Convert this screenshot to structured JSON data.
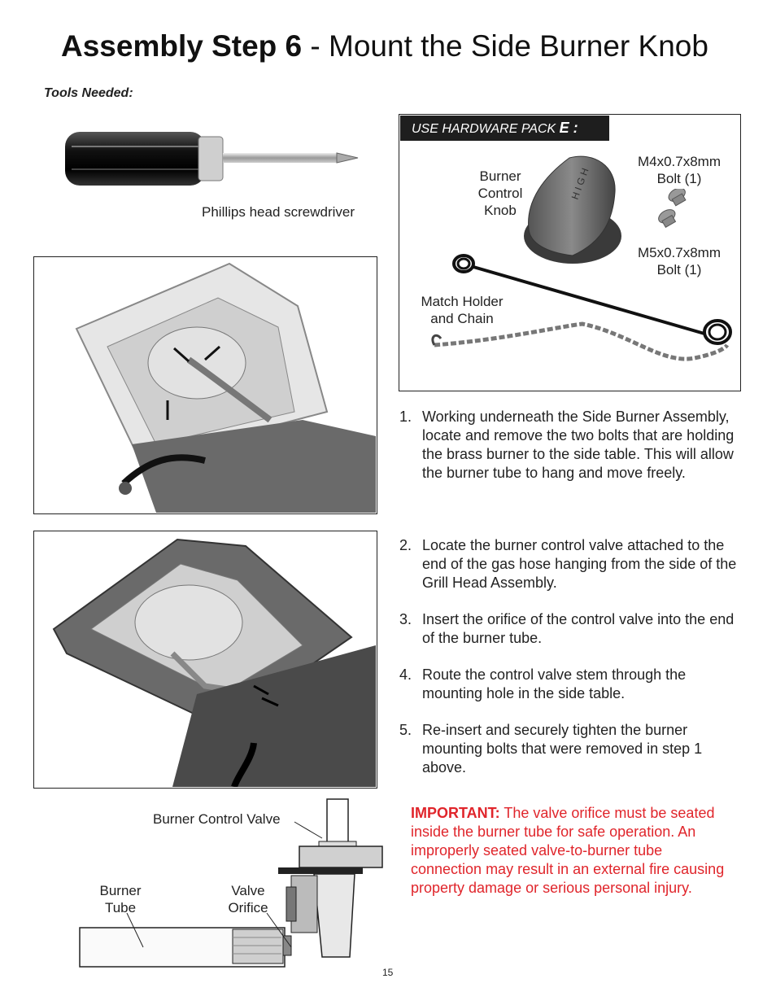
{
  "title": {
    "bold": "Assembly Step 6",
    "rest": " - Mount the Side Burner Knob"
  },
  "tools_needed": "Tools Needed:",
  "screwdriver_caption": "Phillips head screwdriver",
  "hardware": {
    "header_prefix": "USE HARDWARE PACK ",
    "header_letter": "E :",
    "knob_label": [
      "Burner",
      "Control",
      "Knob"
    ],
    "m4_bolt": [
      "M4x0.7x8mm",
      "Bolt (1)"
    ],
    "m5_bolt": [
      "M5x0.7x8mm",
      "Bolt (1)"
    ],
    "match_holder": [
      "Match Holder",
      "and Chain"
    ]
  },
  "steps_group1": [
    {
      "num": "1.",
      "text": "Working underneath the Side Burner Assembly, locate and remove the two bolts that are holding the brass burner to the side table. This will allow the burner tube to hang and move freely."
    }
  ],
  "steps_group2": [
    {
      "num": "2.",
      "text": "Locate the burner control valve attached to the end of the gas hose hanging from the side of the Grill Head Assembly."
    },
    {
      "num": "3.",
      "text": "Insert the orifice of the control valve into the end of the burner tube."
    },
    {
      "num": "4.",
      "text": "Route the control valve stem through the mounting hole in the side table."
    },
    {
      "num": "5.",
      "text": "Re-insert and securely tighten the burner mounting bolts that were removed in step 1 above."
    }
  ],
  "diagram": {
    "valve_label": "Burner Control Valve",
    "tube_label": [
      "Burner",
      "Tube"
    ],
    "orifice_label": [
      "Valve",
      "Orifice"
    ]
  },
  "important": {
    "label": "IMPORTANT:",
    "text": " The valve orifice must be seated inside the burner tube for safe operation. An improperly seated valve-to-burner tube connection may result in an external fire causing property damage or serious personal injury."
  },
  "page_number": "15",
  "colors": {
    "important_red": "#e0252b",
    "header_bg": "#1e1e1e"
  }
}
